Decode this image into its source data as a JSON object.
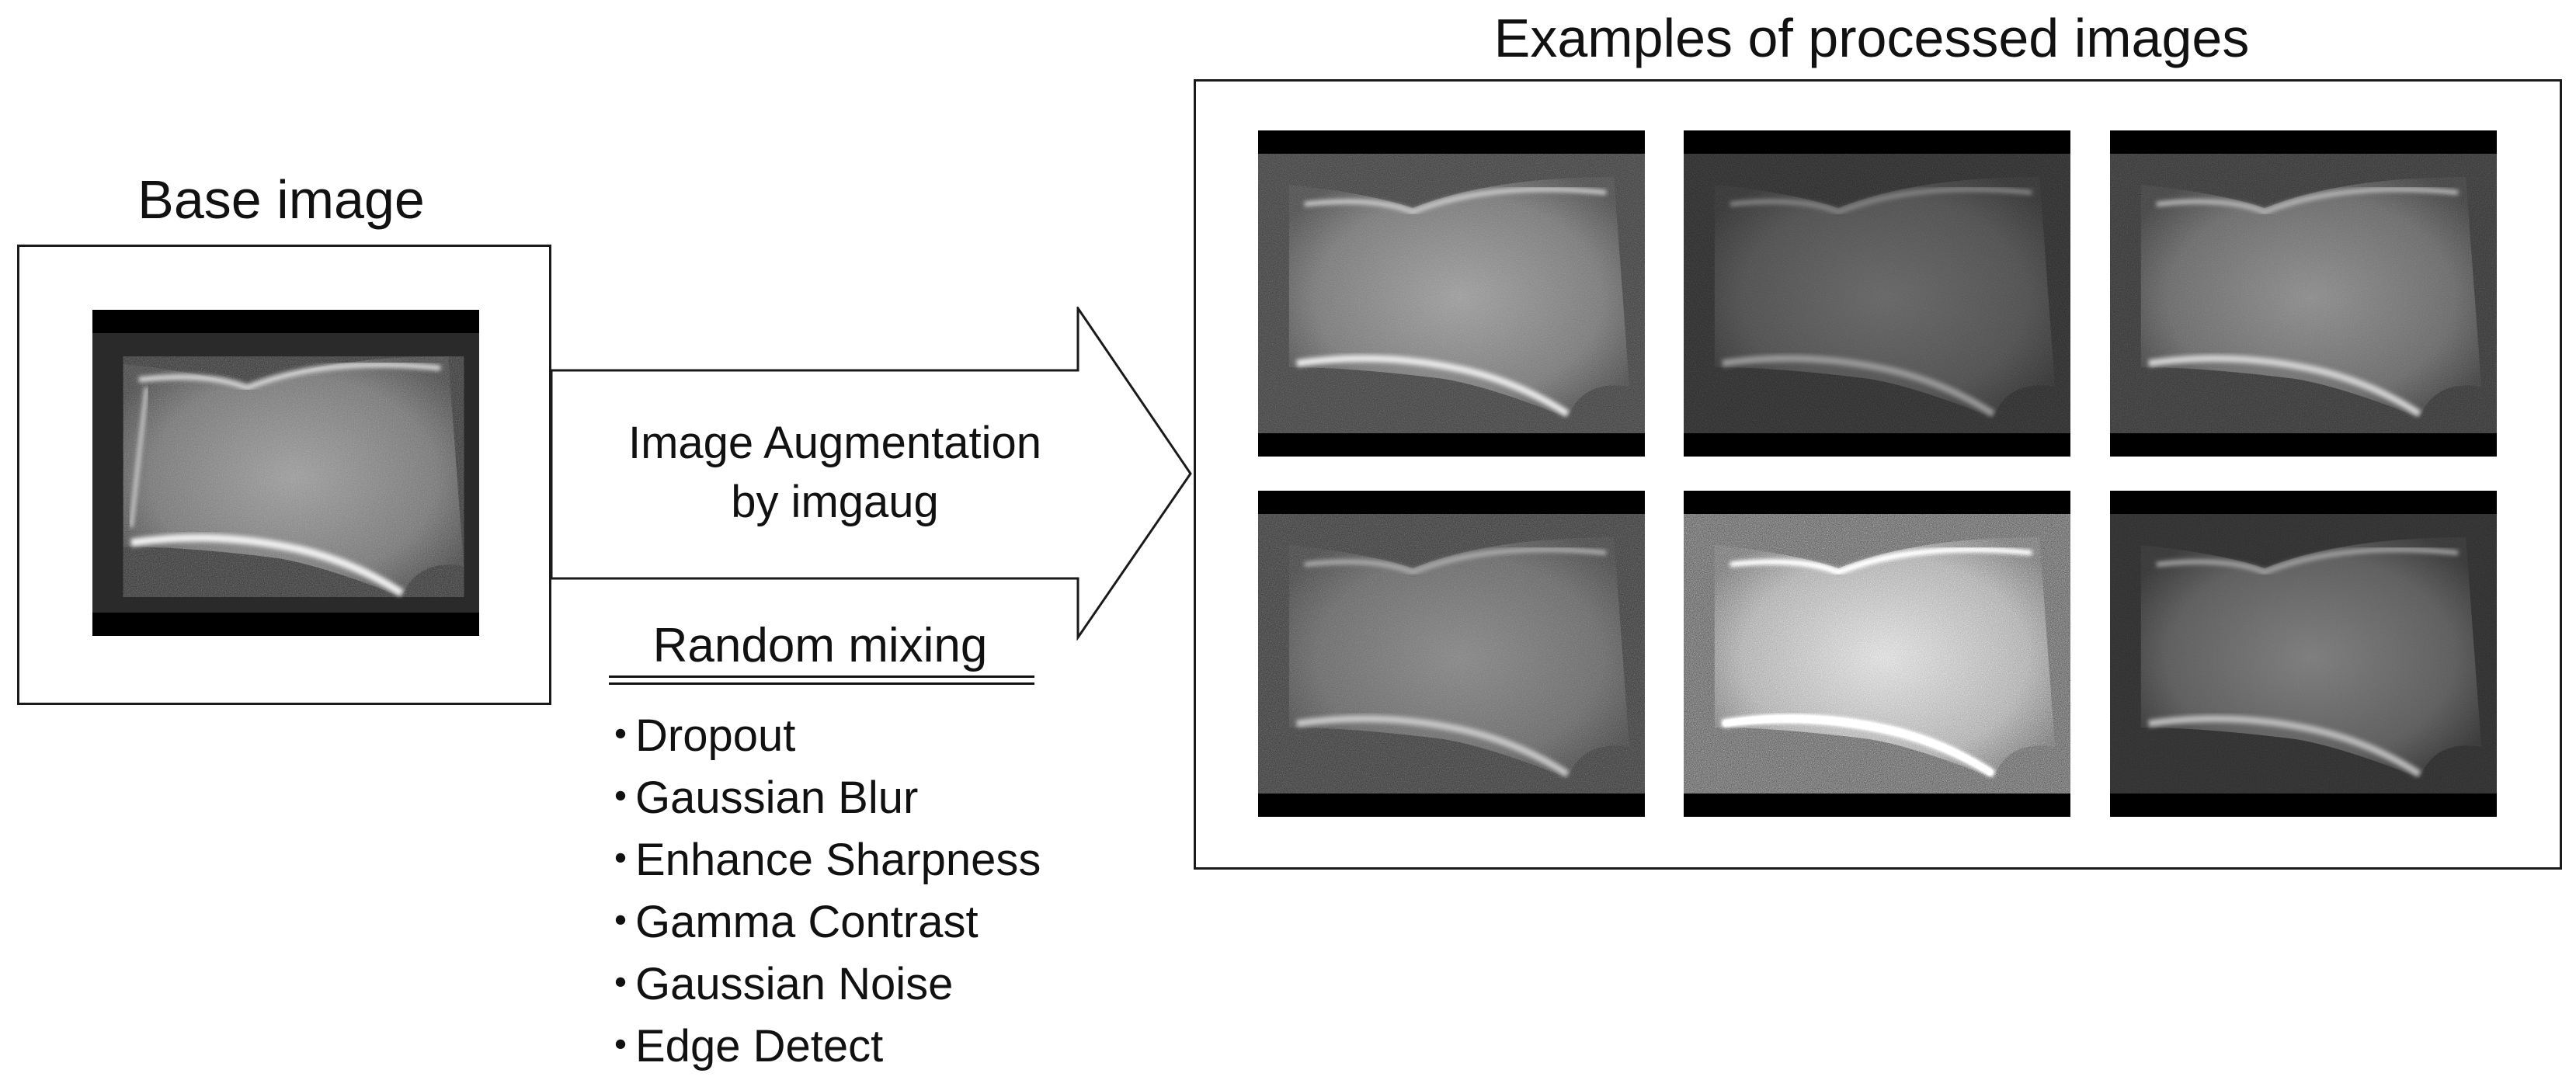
{
  "base": {
    "title": "Base image"
  },
  "arrow": {
    "line1": "Image Augmentation",
    "line2": "by imgaug"
  },
  "mixing": {
    "title": "Random mixing",
    "bullet": "・",
    "methods": [
      "Dropout",
      "Gaussian Blur",
      "Enhance Sharpness",
      "Gamma Contrast",
      "Gaussian Noise",
      "Edge Detect"
    ]
  },
  "examples": {
    "title": "Examples of processed images"
  },
  "colors": {
    "line": "#1a1a1a",
    "background": "#ffffff",
    "image_bg": "#000000"
  }
}
